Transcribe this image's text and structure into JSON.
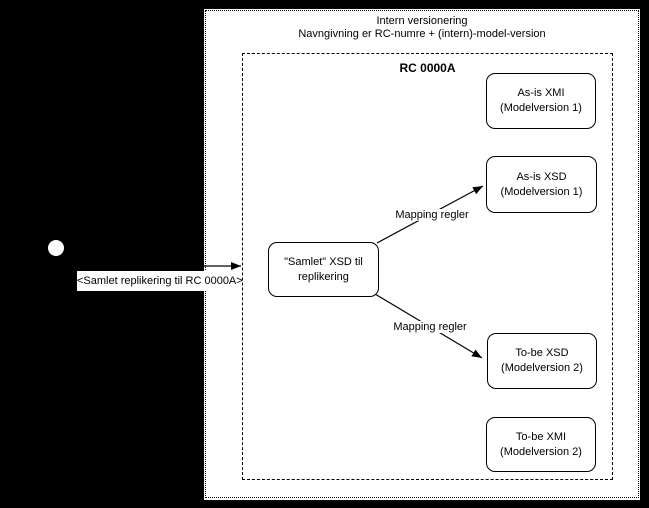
{
  "colors": {
    "background": "#000000",
    "panel": "#ffffff",
    "stroke": "#000000",
    "text": "#000000"
  },
  "panel": {
    "title_line1": "Intern versionering",
    "title_line2": "Navngivning er RC-numre + (intern)-model-version"
  },
  "rc_container": {
    "label": "RC 0000A"
  },
  "nodes": {
    "as_is_xmi": {
      "line1": "As-is XMI",
      "line2": "(Modelversion 1)"
    },
    "as_is_xsd": {
      "line1": "As-is XSD",
      "line2": "(Modelversion 1)"
    },
    "samlet_xsd": {
      "line1": "\"Samlet\" XSD til",
      "line2": "replikering"
    },
    "to_be_xsd": {
      "line1": "To-be XSD",
      "line2": "(Modelversion 2)"
    },
    "to_be_xmi": {
      "line1": "To-be XMI",
      "line2": "(Modelversion 2)"
    }
  },
  "edges": {
    "mapping_top": "Mapping regler",
    "mapping_bottom": "Mapping regler",
    "replication": "<Samlet replikering til RC 0000A>"
  }
}
